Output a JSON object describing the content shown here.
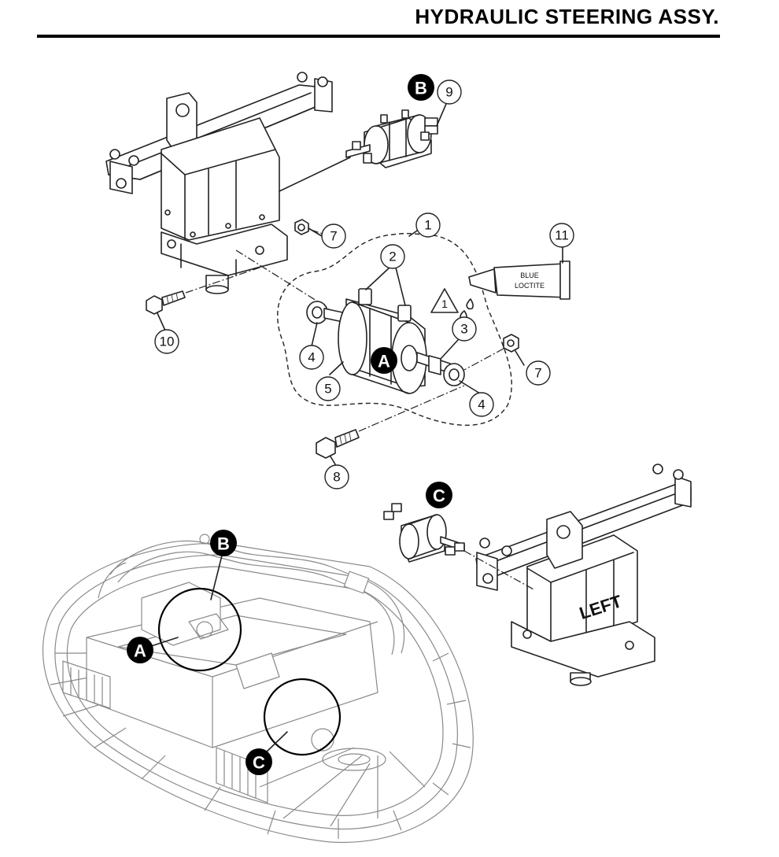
{
  "title": "HYDRAULIC STEERING ASSY.",
  "detail_badges": {
    "a": "A",
    "b": "B",
    "c": "C"
  },
  "callouts": {
    "c1": "1",
    "c2": "2",
    "c3": "3",
    "c4a": "4",
    "c4b": "4",
    "c5": "5",
    "c7a": "7",
    "c7b": "7",
    "c8": "8",
    "c9": "9",
    "c10": "10",
    "c11": "11"
  },
  "warning_symbol": "1",
  "loctite_label": {
    "line1": "BLUE",
    "line2": "LOCTITE"
  },
  "side_label": "LEFT"
}
